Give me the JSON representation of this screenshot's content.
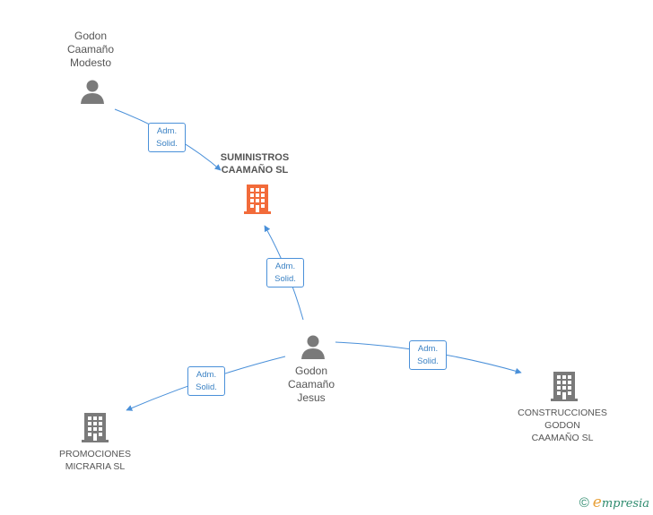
{
  "nodes": {
    "modesto": {
      "label": "Godon\nCaamaño\nModesto",
      "icon": "person-icon"
    },
    "jesus": {
      "label": "Godon\nCaamaño\nJesus",
      "icon": "person-icon"
    },
    "suministros": {
      "label": "SUMINISTROS\nCAAMAÑO SL",
      "icon": "building-icon",
      "color": "#f26b3a"
    },
    "promociones": {
      "label": "PROMOCIONES\nMICRARIA SL",
      "icon": "building-icon",
      "color": "#7a7a7a"
    },
    "construcciones": {
      "label": "CONSTRUCCIONES\nGODON\nCAAMAÑO SL",
      "icon": "building-icon",
      "color": "#7a7a7a"
    }
  },
  "relations": [
    {
      "id": "modesto-suministros",
      "line1": "Adm.",
      "line2": "Solid."
    },
    {
      "id": "jesus-suministros",
      "line1": "Adm.",
      "line2": "Solid."
    },
    {
      "id": "jesus-promociones",
      "line1": "Adm.",
      "line2": "Solid."
    },
    {
      "id": "jesus-construcciones",
      "line1": "Adm.",
      "line2": "Solid."
    }
  ],
  "colors": {
    "edge": "#4a90d9",
    "person": "#7a7a7a",
    "text": "#555555"
  },
  "footer": {
    "copyright": "©",
    "brand_initial": "e",
    "brand_rest": "mpresia"
  }
}
